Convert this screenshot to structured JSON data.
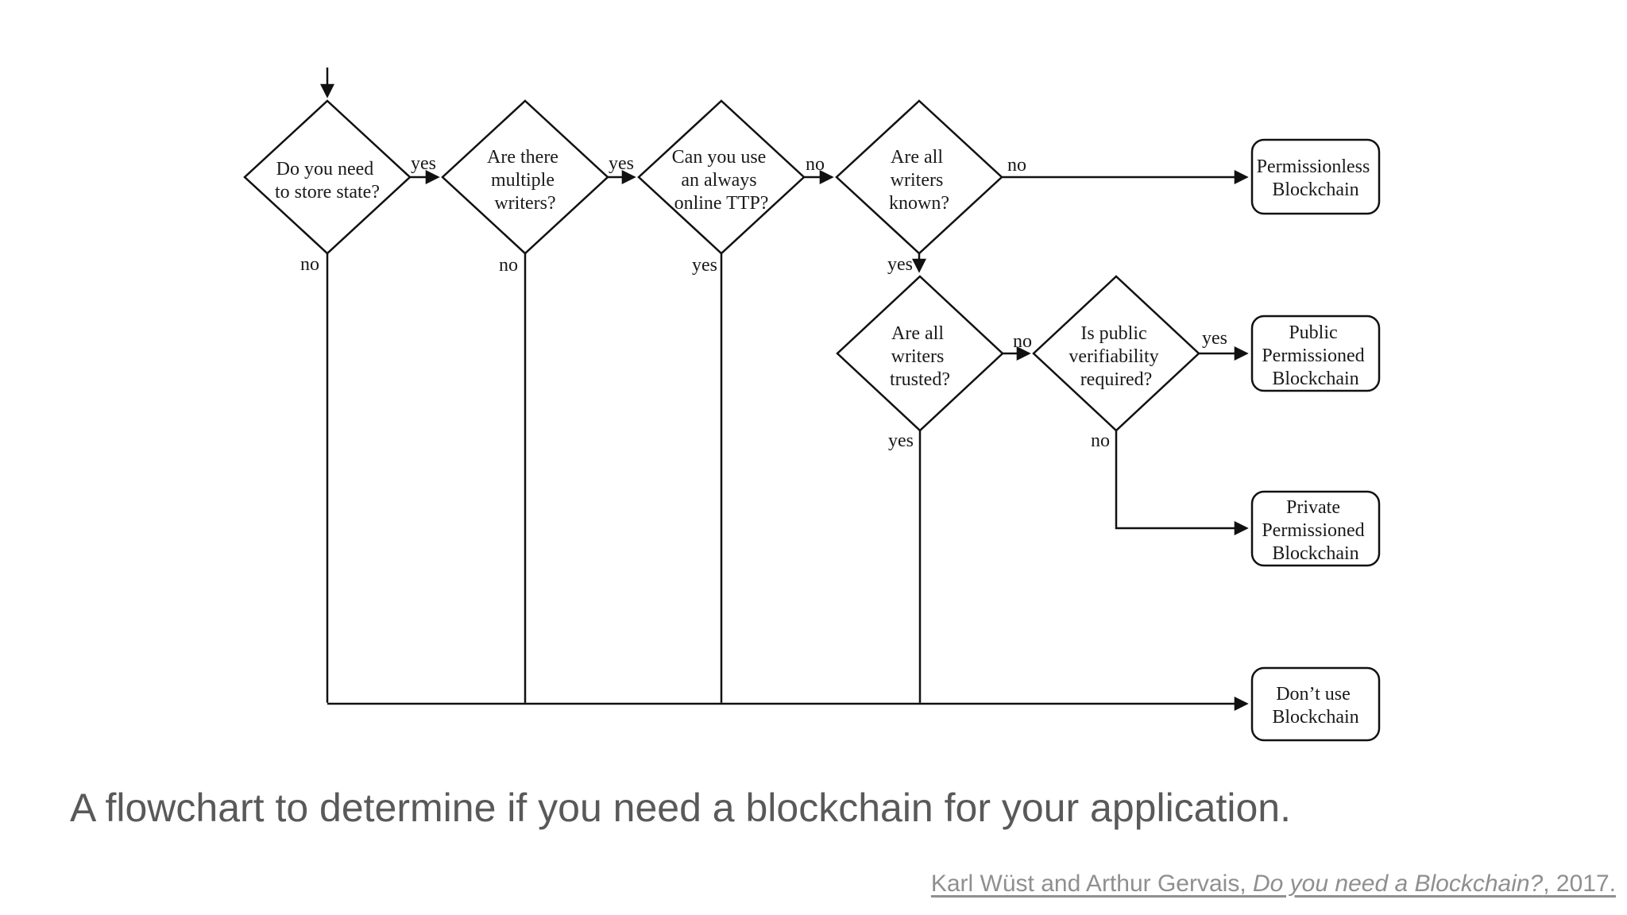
{
  "flowchart": {
    "nodes": {
      "store_state": {
        "lines": [
          "Do you need",
          "to store state?"
        ]
      },
      "multiple_writers": {
        "lines": [
          "Are there",
          "multiple",
          "writers?"
        ]
      },
      "online_ttp": {
        "lines": [
          "Can you use",
          "an always",
          "online TTP?"
        ]
      },
      "writers_known": {
        "lines": [
          "Are all",
          "writers",
          "known?"
        ]
      },
      "writers_trusted": {
        "lines": [
          "Are all",
          "writers",
          "trusted?"
        ]
      },
      "public_verifiability": {
        "lines": [
          "Is public",
          "verifiability",
          "required?"
        ]
      }
    },
    "terminals": {
      "permissionless": {
        "lines": [
          "Permissionless",
          "Blockchain"
        ]
      },
      "public_permissioned": {
        "lines": [
          "Public",
          "Permissioned",
          "Blockchain"
        ]
      },
      "private_permissioned": {
        "lines": [
          "Private",
          "Permissioned",
          "Blockchain"
        ]
      },
      "dont_use": {
        "lines": [
          "Don’t use",
          "Blockchain"
        ]
      }
    },
    "edges": {
      "store_state_yes": "yes",
      "store_state_no": "no",
      "multiple_writers_yes": "yes",
      "multiple_writers_no": "no",
      "online_ttp_no": "no",
      "online_ttp_yes": "yes",
      "writers_known_no": "no",
      "writers_known_yes": "yes",
      "writers_trusted_no": "no",
      "writers_trusted_yes": "yes",
      "public_verifiability_yes": "yes",
      "public_verifiability_no": "no"
    }
  },
  "caption": "A flowchart to determine if you need a blockchain for your application.",
  "attribution": {
    "authors": "Karl Wüst and Arthur Gervais, ",
    "title": "Do you need a Blockchain?",
    "suffix": ", 2017."
  },
  "colors": {
    "line": "#111111",
    "node_text": "#1a1a1a",
    "caption_text": "#595959",
    "attribution_text": "#8f8f8f",
    "background": "#ffffff"
  }
}
